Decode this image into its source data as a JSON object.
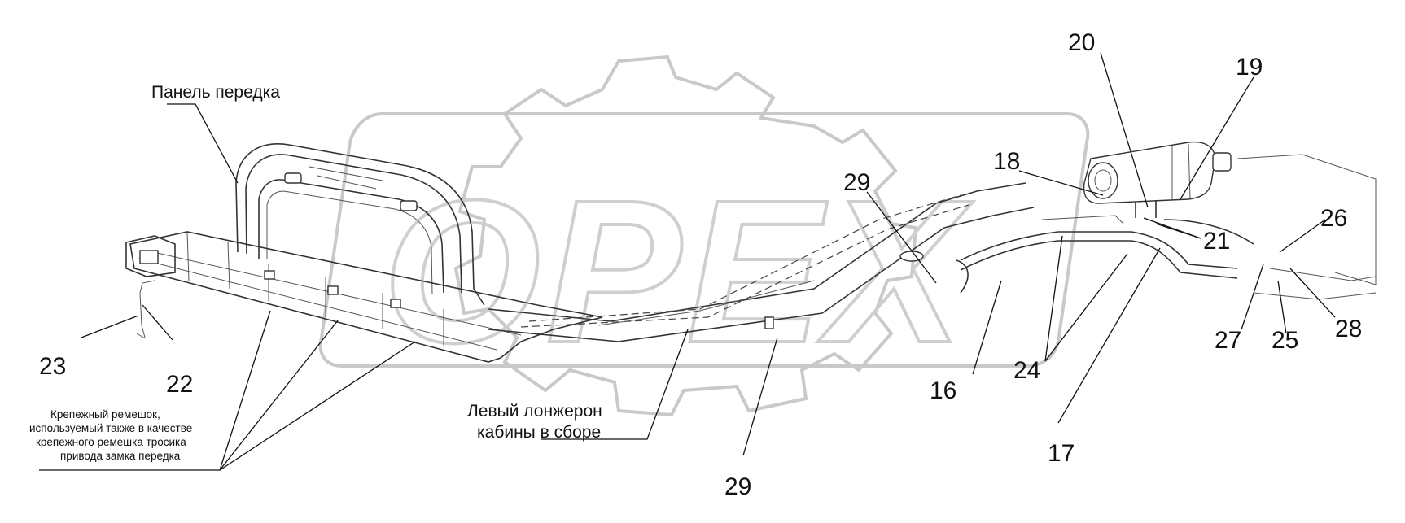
{
  "watermark": {
    "text": "OPEX"
  },
  "labels": {
    "panel_front": "Панель передка",
    "left_member_line1": "Левый лонжерон",
    "left_member_line2": "кабины в сборе",
    "strap_line1": "Крепежный ремешок,",
    "strap_line2": "используемый также в качестве",
    "strap_line3": "крепежного ремешка тросика",
    "strap_line4": "привода замка передка"
  },
  "callouts": {
    "n16": "16",
    "n17": "17",
    "n18": "18",
    "n19": "19",
    "n20": "20",
    "n21": "21",
    "n22": "22",
    "n23": "23",
    "n24": "24",
    "n25": "25",
    "n26": "26",
    "n27": "27",
    "n28": "28",
    "n29_top": "29",
    "n29_bottom": "29"
  }
}
